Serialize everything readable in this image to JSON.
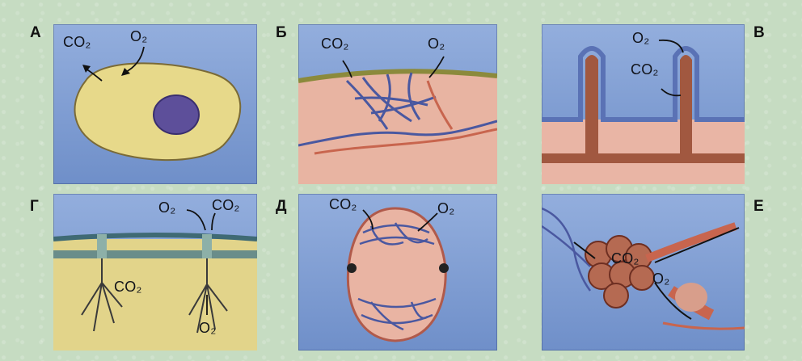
{
  "panels": [
    {
      "id": "A",
      "label": "А",
      "labels": {
        "co2": "CO₂",
        "o2": "O₂"
      }
    },
    {
      "id": "B",
      "label": "Б",
      "labels": {
        "co2": "CO₂",
        "o2": "O₂"
      }
    },
    {
      "id": "V",
      "label": "В",
      "labels": {
        "co2": "CO₂",
        "o2": "O₂"
      }
    },
    {
      "id": "G",
      "label": "Г",
      "labels": {
        "o2": "O₂",
        "co2": "CO₂",
        "co2_lower": "CO₂",
        "o2_lower": "O₂"
      }
    },
    {
      "id": "D",
      "label": "Д",
      "labels": {
        "co2": "CO₂",
        "o2": "O₂"
      }
    },
    {
      "id": "E",
      "label": "Е",
      "labels": {
        "co2": "CO₂",
        "o2": "O₂"
      }
    }
  ],
  "colors": {
    "panel_blue": "#7f9ed4",
    "cell_yellow": "#e9dc8c",
    "tissue_pink": "#e9b6a6",
    "vessel_blue": "#4a58a0",
    "vessel_red": "#c8654e",
    "tube_brown": "#a15840"
  }
}
